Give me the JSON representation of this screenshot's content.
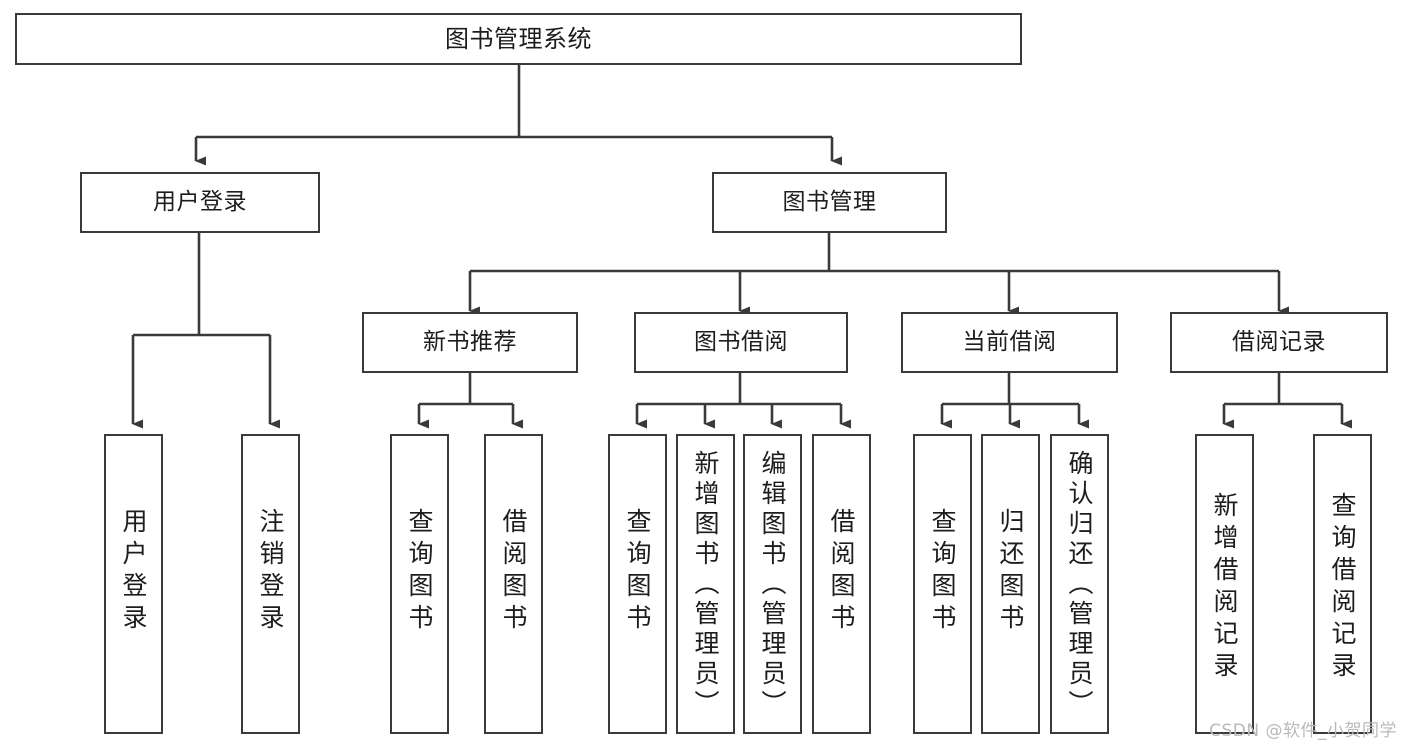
{
  "diagram": {
    "type": "tree",
    "title": "图书管理系统",
    "orientation": "top-down",
    "colors": {
      "box_border": "#3a3a3a",
      "box_fill": "#ffffff",
      "edge": "#3a3a3a",
      "text": "#1d1d1d",
      "watermark": "#b9b9b9"
    },
    "root": {
      "label": "图书管理系统"
    },
    "level1": [
      {
        "id": "user-login",
        "label": "用户登录"
      },
      {
        "id": "book-manage",
        "label": "图书管理"
      }
    ],
    "level2": [
      {
        "id": "new-book-rec",
        "label": "新书推荐",
        "parent": "book-manage"
      },
      {
        "id": "book-borrow",
        "label": "图书借阅",
        "parent": "book-manage"
      },
      {
        "id": "current-borrow",
        "label": "当前借阅",
        "parent": "book-manage"
      },
      {
        "id": "borrow-record",
        "label": "借阅记录",
        "parent": "book-manage"
      }
    ],
    "leaves": [
      {
        "id": "leaf-user-login",
        "label": "用户登录",
        "parent": "user-login"
      },
      {
        "id": "leaf-logout",
        "label": "注销登录",
        "parent": "user-login"
      },
      {
        "id": "leaf-query-book-1",
        "label": "查询图书",
        "parent": "new-book-rec"
      },
      {
        "id": "leaf-borrow-book-1",
        "label": "借阅图书",
        "parent": "new-book-rec"
      },
      {
        "id": "leaf-query-book-2",
        "label": "查询图书",
        "parent": "book-borrow"
      },
      {
        "id": "leaf-add-book",
        "label": "新增图书（管理员）",
        "parent": "book-borrow"
      },
      {
        "id": "leaf-edit-book",
        "label": "编辑图书（管理员）",
        "parent": "book-borrow"
      },
      {
        "id": "leaf-borrow-book-2",
        "label": "借阅图书",
        "parent": "book-borrow"
      },
      {
        "id": "leaf-query-book-3",
        "label": "查询图书",
        "parent": "current-borrow"
      },
      {
        "id": "leaf-return-book",
        "label": "归还图书",
        "parent": "current-borrow"
      },
      {
        "id": "leaf-confirm-return",
        "label": "确认归还（管理员）",
        "parent": "current-borrow"
      },
      {
        "id": "leaf-add-record",
        "label": "新增借阅记录",
        "parent": "borrow-record"
      },
      {
        "id": "leaf-query-record",
        "label": "查询借阅记录",
        "parent": "borrow-record"
      }
    ]
  },
  "watermark": {
    "text": "CSDN @软件_小贺同学"
  }
}
